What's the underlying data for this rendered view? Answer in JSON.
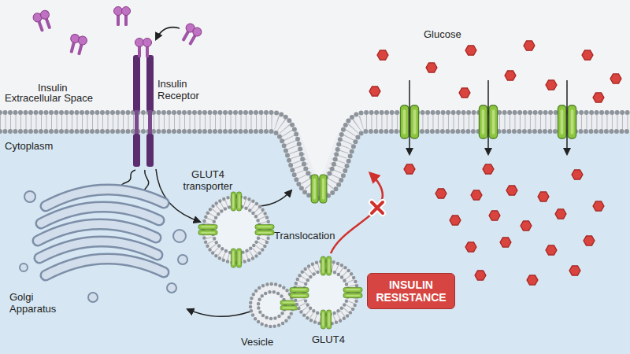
{
  "diagram": {
    "nodes": [
      {
        "text": [
          "INSULIN RESISTANCE"
        ]
      }
    ],
    "labels": [
      "Insulin",
      "Insulin Receptor",
      "Glucose",
      "Extracellular Space",
      "Cytoplasm",
      "GLUT4 transporter",
      "Translocation",
      "Golgi Apparatus",
      "Vesicle",
      "GLUT4"
    ]
  }
}
